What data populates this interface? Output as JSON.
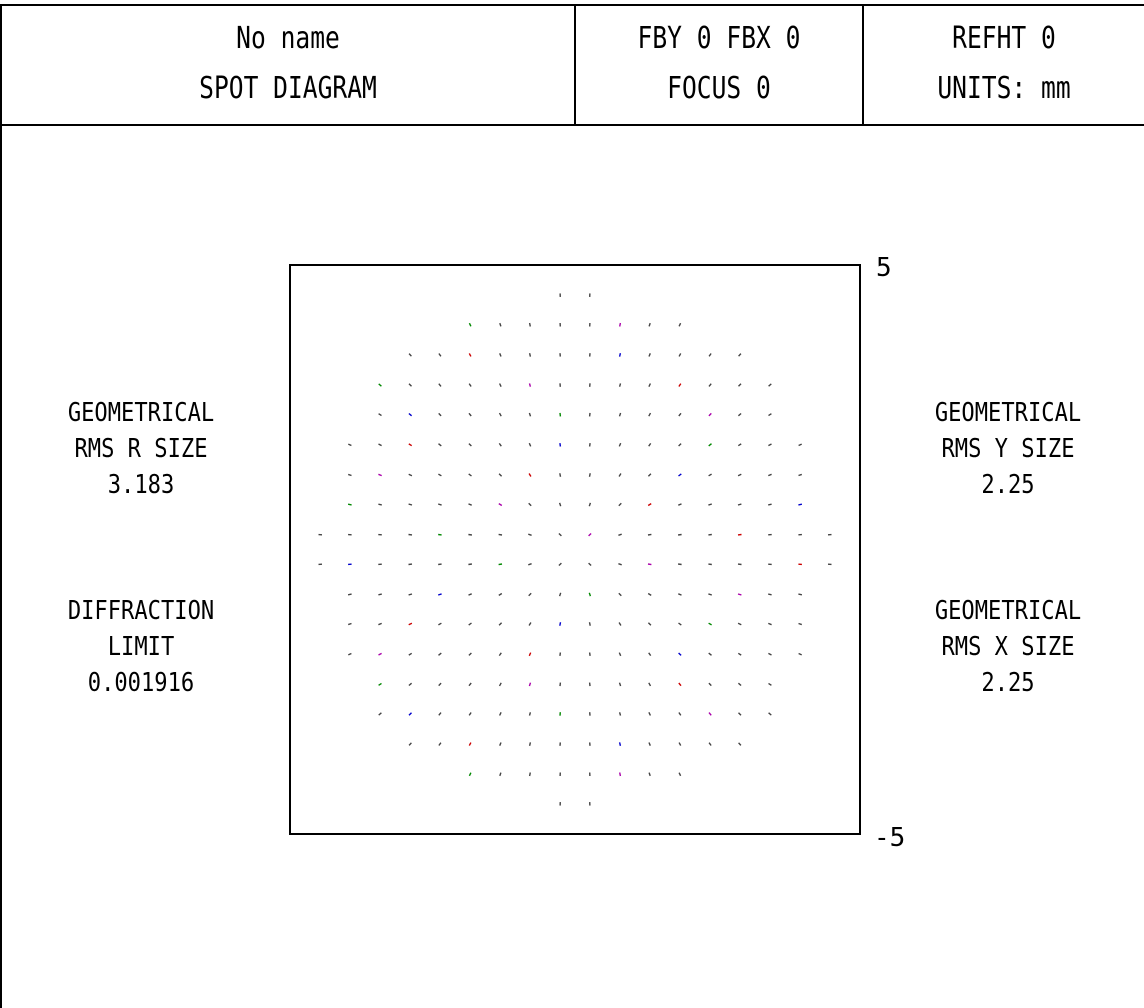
{
  "header": {
    "name": "No name",
    "plot_title": "SPOT DIAGRAM",
    "field_line": "FBY 0 FBX 0",
    "focus_line": "FOCUS 0",
    "refht_line": "REFHT 0",
    "units_line": "UNITS: mm"
  },
  "left_panel": {
    "rms_r": {
      "line1": "GEOMETRICAL",
      "line2": "RMS R SIZE",
      "value": "3.183"
    },
    "diffraction": {
      "line1": "DIFFRACTION",
      "line2": "LIMIT",
      "value": "0.001916"
    }
  },
  "right_panel": {
    "rms_y": {
      "line1": "GEOMETRICAL",
      "line2": "RMS Y SIZE",
      "value": "2.25"
    },
    "rms_x": {
      "line1": "GEOMETRICAL",
      "line2": "RMS X SIZE",
      "value": "2.25"
    }
  },
  "colors": {
    "frame": "#000000",
    "background": "#ffffff",
    "spot_primary": "#444444",
    "spot_accents": [
      "#cc0000",
      "#0000cc",
      "#008800",
      "#aa00aa"
    ]
  },
  "chart_data": {
    "type": "scatter",
    "title": "SPOT DIAGRAM",
    "units": "mm",
    "xlim": [
      -5,
      5
    ],
    "ylim": [
      -5,
      5
    ],
    "y_tick_labels": {
      "top": "5",
      "bottom": "-5"
    },
    "grid": false,
    "legend": "none",
    "spot_rows": [
      {
        "y": 4.47,
        "x": [
          -0.26,
          0.26
        ]
      },
      {
        "y": 3.95,
        "x": [
          -1.84,
          -1.31,
          -0.79,
          -0.26,
          0.26,
          0.79,
          1.31,
          1.84
        ]
      },
      {
        "y": 3.42,
        "x": [
          -2.89,
          -2.37,
          -1.84,
          -1.31,
          -0.79,
          -0.26,
          0.26,
          0.79,
          1.31,
          1.84,
          2.37,
          2.89
        ]
      },
      {
        "y": 2.89,
        "x": [
          -3.42,
          -2.89,
          -2.37,
          -1.84,
          -1.31,
          -0.79,
          -0.26,
          0.26,
          0.79,
          1.31,
          1.84,
          2.37,
          2.89,
          3.42
        ]
      },
      {
        "y": 2.37,
        "x": [
          -3.42,
          -2.89,
          -2.37,
          -1.84,
          -1.31,
          -0.79,
          -0.26,
          0.26,
          0.79,
          1.31,
          1.84,
          2.37,
          2.89,
          3.42
        ]
      },
      {
        "y": 1.84,
        "x": [
          -3.95,
          -3.42,
          -2.89,
          -2.37,
          -1.84,
          -1.31,
          -0.79,
          -0.26,
          0.26,
          0.79,
          1.31,
          1.84,
          2.37,
          2.89,
          3.42,
          3.95
        ]
      },
      {
        "y": 1.31,
        "x": [
          -3.95,
          -3.42,
          -2.89,
          -2.37,
          -1.84,
          -1.31,
          -0.79,
          -0.26,
          0.26,
          0.79,
          1.31,
          1.84,
          2.37,
          2.89,
          3.42,
          3.95
        ]
      },
      {
        "y": 0.79,
        "x": [
          -3.95,
          -3.42,
          -2.89,
          -2.37,
          -1.84,
          -1.31,
          -0.79,
          -0.26,
          0.26,
          0.79,
          1.31,
          1.84,
          2.37,
          2.89,
          3.42,
          3.95
        ]
      },
      {
        "y": 0.26,
        "x": [
          -4.47,
          -3.95,
          -3.42,
          -2.89,
          -2.37,
          -1.84,
          -1.31,
          -0.79,
          -0.26,
          0.26,
          0.79,
          1.31,
          1.84,
          2.37,
          2.89,
          3.42,
          3.95,
          4.47
        ]
      },
      {
        "y": -0.26,
        "x": [
          -4.47,
          -3.95,
          -3.42,
          -2.89,
          -2.37,
          -1.84,
          -1.31,
          -0.79,
          -0.26,
          0.26,
          0.79,
          1.31,
          1.84,
          2.37,
          2.89,
          3.42,
          3.95,
          4.47
        ]
      },
      {
        "y": -0.79,
        "x": [
          -3.95,
          -3.42,
          -2.89,
          -2.37,
          -1.84,
          -1.31,
          -0.79,
          -0.26,
          0.26,
          0.79,
          1.31,
          1.84,
          2.37,
          2.89,
          3.42,
          3.95
        ]
      },
      {
        "y": -1.31,
        "x": [
          -3.95,
          -3.42,
          -2.89,
          -2.37,
          -1.84,
          -1.31,
          -0.79,
          -0.26,
          0.26,
          0.79,
          1.31,
          1.84,
          2.37,
          2.89,
          3.42,
          3.95
        ]
      },
      {
        "y": -1.84,
        "x": [
          -3.95,
          -3.42,
          -2.89,
          -2.37,
          -1.84,
          -1.31,
          -0.79,
          -0.26,
          0.26,
          0.79,
          1.31,
          1.84,
          2.37,
          2.89,
          3.42,
          3.95
        ]
      },
      {
        "y": -2.37,
        "x": [
          -3.42,
          -2.89,
          -2.37,
          -1.84,
          -1.31,
          -0.79,
          -0.26,
          0.26,
          0.79,
          1.31,
          1.84,
          2.37,
          2.89,
          3.42
        ]
      },
      {
        "y": -2.89,
        "x": [
          -3.42,
          -2.89,
          -2.37,
          -1.84,
          -1.31,
          -0.79,
          -0.26,
          0.26,
          0.79,
          1.31,
          1.84,
          2.37,
          2.89,
          3.42
        ]
      },
      {
        "y": -3.42,
        "x": [
          -2.89,
          -2.37,
          -1.84,
          -1.31,
          -0.79,
          -0.26,
          0.26,
          0.79,
          1.31,
          1.84,
          2.37,
          2.89
        ]
      },
      {
        "y": -3.95,
        "x": [
          -1.84,
          -1.31,
          -0.79,
          -0.26,
          0.26,
          0.79,
          1.31,
          1.84
        ]
      },
      {
        "y": -4.47,
        "x": [
          -0.26,
          0.26
        ]
      }
    ]
  }
}
